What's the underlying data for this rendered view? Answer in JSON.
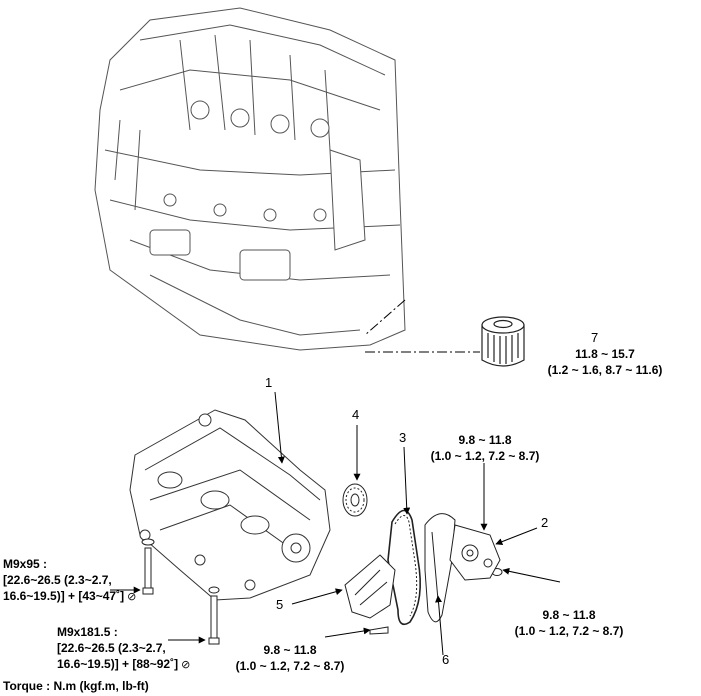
{
  "footer": {
    "torque_units": "Torque : N.m (kgf.m, lb-ft)"
  },
  "callouts": {
    "c1": {
      "number": "1"
    },
    "c2": {
      "number": "2"
    },
    "c3": {
      "number": "3"
    },
    "c4": {
      "number": "4"
    },
    "c5": {
      "number": "5"
    },
    "c6": {
      "number": "6"
    },
    "c7": {
      "number": "7",
      "torque_line1": "11.8 ~ 15.7",
      "torque_line2": "(1.2 ~ 1.6, 8.7 ~ 11.6)"
    }
  },
  "torque_specs": {
    "top_right": {
      "line1": "9.8 ~ 11.8",
      "line2": "(1.0 ~ 1.2, 7.2 ~ 8.7)"
    },
    "bottom_right": {
      "line1": "9.8 ~ 11.8",
      "line2": "(1.0 ~ 1.2, 7.2 ~ 8.7)"
    },
    "bottom_center": {
      "line1": "9.8 ~ 11.8",
      "line2": "(1.0 ~ 1.2, 7.2 ~ 8.7)"
    }
  },
  "bolts": {
    "m9x95": {
      "size": "M9x95 :",
      "line1": "[22.6~26.5 (2.3~2.7,",
      "line2": "16.6~19.5)] + [43~47˚]",
      "symbol": "⊘"
    },
    "m9x181": {
      "size": "M9x181.5 :",
      "line1": "[22.6~26.5 (2.3~2.7,",
      "line2": "16.6~19.5)] + [88~92˚]",
      "symbol": "⊘"
    }
  }
}
